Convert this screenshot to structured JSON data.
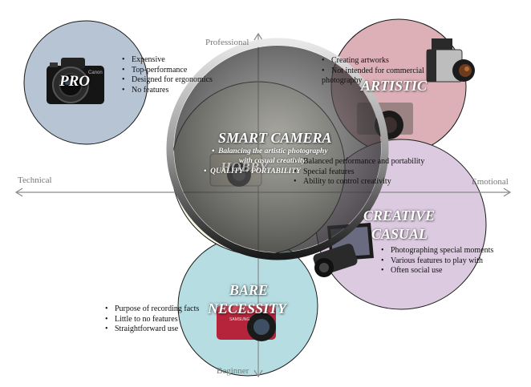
{
  "axes": {
    "top": "Professional",
    "bottom": "Beginner",
    "left": "Technical",
    "right": "Emotional"
  },
  "pro": {
    "title": "PRO",
    "bullets": [
      "Expensive",
      "Top-performance",
      "Designed for ergonomics",
      "No features"
    ]
  },
  "artistic": {
    "title": "ARTISTIC",
    "bullets": [
      "Creating artworks",
      "Not intended for commercial",
      "photography"
    ]
  },
  "hobby": {
    "title": "HOBBY",
    "bullets": [
      "Balanced performance and portability",
      "Special features",
      "Ability to control creativity"
    ]
  },
  "smart": {
    "title": "SMART CAMERA",
    "line1": "Balancing the artistic photography",
    "line2": "with casual creativity",
    "line3": "QUALITY + PORTABILITY"
  },
  "creative": {
    "title_line1": "CREATIVE",
    "title_line2": "CASUAL",
    "bullets": [
      "Photographing special moments",
      "Various features to play with",
      "Often social use"
    ]
  },
  "bare": {
    "title_line1": "BARE",
    "title_line2": "NECESSITY",
    "bullets": [
      "Purpose of recording facts",
      "Little to no features",
      "Straightforward use"
    ]
  },
  "colors": {
    "pro": "#b7c4d4",
    "artistic": "#dcb0b6",
    "creative": "#dccbe0",
    "bare": "#b6dde2",
    "smart": "#3c3c3c",
    "axis": "#8a8a8a"
  },
  "icons": {
    "pro": "dslr-camera-icon",
    "artistic": "medium-format-camera-icon",
    "artistic_secondary": "film-slr-camera-icon",
    "hobby": "mirrorless-camera-icon",
    "creative": "flip-screen-camera-icon",
    "bare": "compact-camera-icon",
    "bare_brand": "SAMSUNG"
  }
}
